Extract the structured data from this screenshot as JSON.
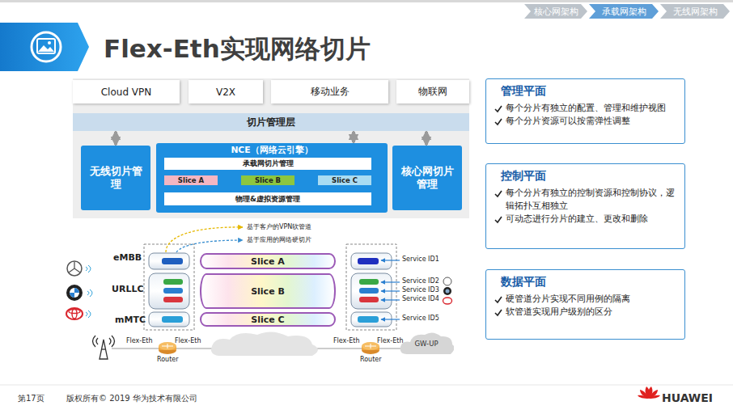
{
  "diagram": {
    "title": "Flex-Eth实现网络切片",
    "nodes": [
      {
        "text": [
          "核心网架构"
        ]
      },
      {
        "text": [
          "承载网架构"
        ]
      },
      {
        "text": [
          "无线网架构"
        ]
      },
      {
        "text": [
          "Cloud VPN"
        ]
      },
      {
        "text": [
          "V2X"
        ]
      },
      {
        "text": [
          "移动业务"
        ]
      },
      {
        "text": [
          "物联网"
        ]
      },
      {
        "text": [
          "切片管理层"
        ]
      },
      {
        "text": [
          "无线切片管理"
        ]
      },
      {
        "text": [
          "NCE（网络云引擎）"
        ]
      },
      {
        "text": [
          "承载网切片管理"
        ],
        "in": 9
      },
      {
        "text": [
          "Slice A"
        ],
        "in": 9
      },
      {
        "text": [
          "Slice B"
        ],
        "in": 9
      },
      {
        "text": [
          "Slice C"
        ],
        "in": 9
      },
      {
        "text": [
          "物理&虚拟资源管理"
        ],
        "in": 9
      },
      {
        "text": [
          "核心网切片管理"
        ]
      },
      {
        "text": [
          "管理平面",
          "每个分片有独立的配置、管理和维护视图",
          "每个分片资源可以按需弹性调整"
        ]
      },
      {
        "text": [
          "控制平面",
          "每个分片有独立的控制资源和控制协议，逻辑拓扑互相独立",
          "可动态进行分片的建立、更改和删除"
        ]
      },
      {
        "text": [
          "数据平面",
          "硬管道分片实现不同用例的隔离",
          "软管道实现用户级别的区分"
        ]
      },
      {
        "text": [
          "Slice A"
        ]
      },
      {
        "text": [
          "Slice B"
        ]
      },
      {
        "text": [
          "Slice C"
        ]
      },
      {
        "text": [
          "GW-UP"
        ]
      }
    ],
    "edges": [
      {
        "from": 7,
        "to": 8,
        "arrow": "both"
      },
      {
        "from": 7,
        "to": 9,
        "arrow": "both"
      },
      {
        "from": 7,
        "to": 15,
        "arrow": "both"
      }
    ],
    "labels": [
      "eMBB",
      "URLLC",
      "mMTC",
      "基于客户的VPN软管道",
      "基于应用的网络硬切片",
      "Service ID1",
      "Service ID2",
      "Service ID3",
      "Service ID4",
      "Service ID5",
      "Flex-Eth",
      "Flex-Eth",
      "Router",
      "Flex-Eth",
      "Flex-Eth",
      "Router",
      "第17页",
      "版权所有© 2019 华为技术有限公司",
      "HUAWEI"
    ]
  }
}
